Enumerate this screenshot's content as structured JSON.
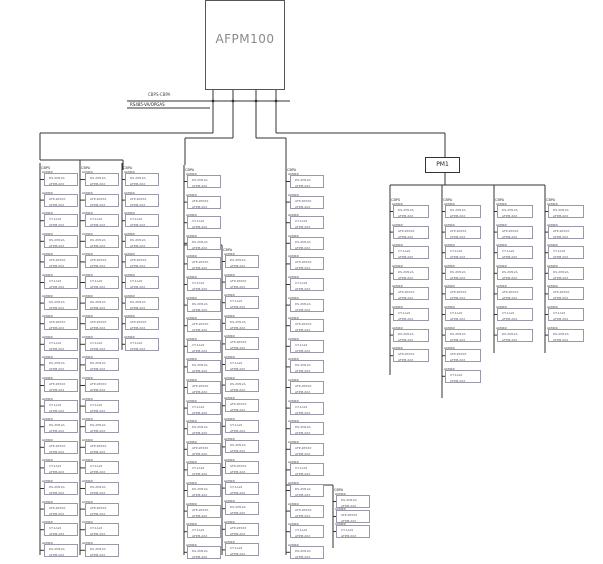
{
  "diagram": {
    "host": {
      "label": "AFPM100"
    },
    "bus": {
      "top_label": "CBPS-CBPA",
      "bottom_label": "RS485-VA/OPGAS"
    },
    "relay": {
      "label": "PM1"
    },
    "column_heads": [
      "CBPS",
      "CBPA",
      "CBPA",
      "CBPA",
      "CBPA",
      "CBPA",
      "CBPA",
      "CBPA"
    ],
    "module_item_label": "AFPM-2XX",
    "module_type_labels": [
      "DS-2M12A",
      "AFP-2PXXX",
      "CT-1AL5"
    ],
    "row_label": "ACMXX"
  }
}
